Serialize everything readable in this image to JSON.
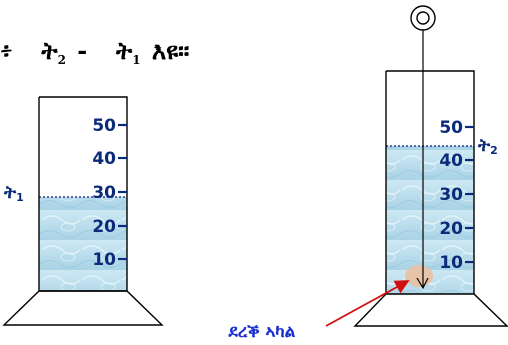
{
  "formula": {
    "separator": "፥",
    "term_a_letter": "ት",
    "term_a_sub": "2",
    "minus": "-",
    "term_b_letter": "ት",
    "term_b_sub": "1",
    "suffix": "እዩ።"
  },
  "left_cylinder": {
    "ticks": [
      "10",
      "20",
      "30",
      "40",
      "50"
    ],
    "level_letter": "ት",
    "level_sub": "1"
  },
  "right_cylinder": {
    "ticks": [
      "10",
      "20",
      "30",
      "40",
      "50"
    ],
    "level_letter": "ት",
    "level_sub": "2",
    "object_label": "ደረቕ ኣካል"
  },
  "colors": {
    "water": "#bfe0ee",
    "ticks": "#0b2a7a",
    "object_label": "#1a2fd0",
    "arrow": "#d01010",
    "object": "#e9c0a0"
  }
}
